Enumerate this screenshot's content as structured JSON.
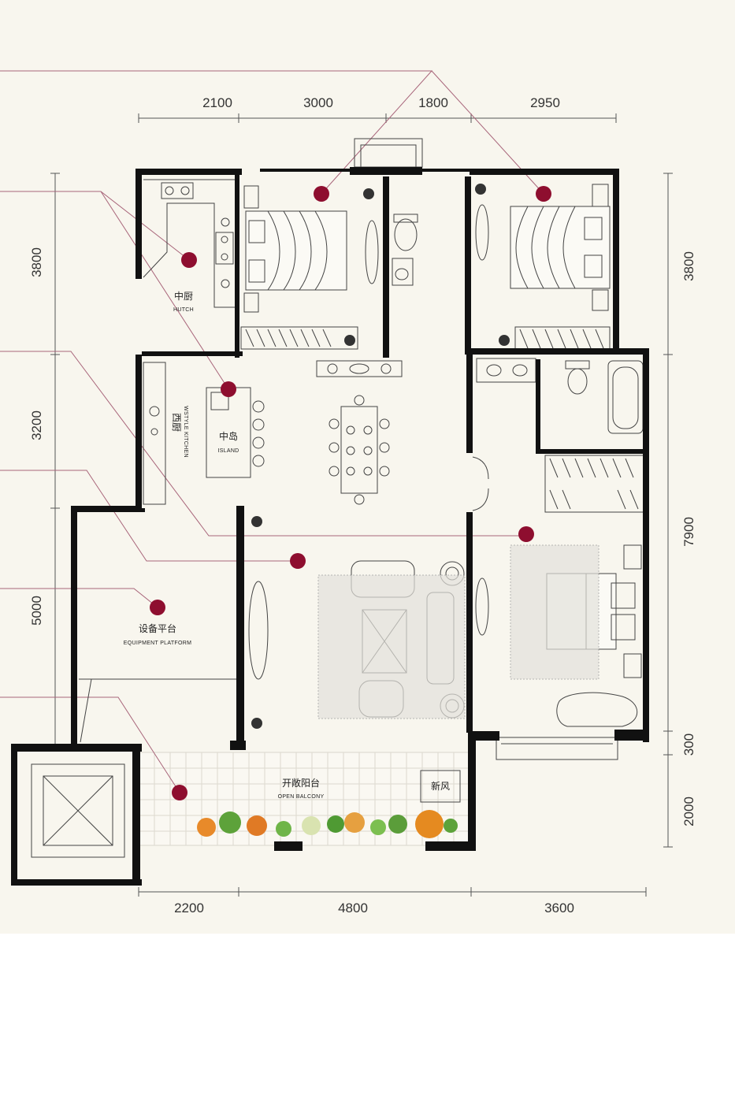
{
  "dimensions": {
    "top": [
      "2100",
      "3000",
      "1800",
      "2950"
    ],
    "bottom": [
      "2200",
      "4800",
      "3600"
    ],
    "left": [
      "3800",
      "3200",
      "5000"
    ],
    "right": [
      "3800",
      "7900",
      "300",
      "2000"
    ]
  },
  "rooms": {
    "hutch": {
      "cn": "中厨",
      "en": "HUTCH"
    },
    "western_kitchen": {
      "cn": "西厨",
      "en": "WSTYLE KITCHEN"
    },
    "island": {
      "cn": "中岛",
      "en": "ISLAND"
    },
    "equipment_platform": {
      "cn": "设备平台",
      "en": "EQUIPMENT PLATFORM"
    },
    "open_balcony": {
      "cn": "开敞阳台",
      "en": "OPEN BALCONY"
    },
    "fresh_air": {
      "cn": "新风"
    }
  },
  "colors": {
    "background": "#f8f6ee",
    "wall": "#111111",
    "marker": "#8e0e2f",
    "leader": "#a8657a",
    "tile": "#d9d6cc",
    "rug": "#e4e2dc"
  }
}
